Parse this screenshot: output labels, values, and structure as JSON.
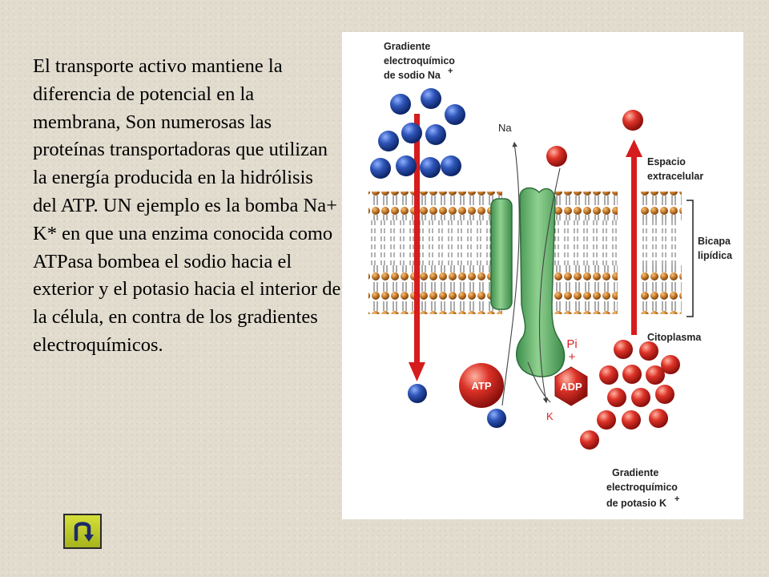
{
  "body_text": "El transporte activo mantiene la diferencia de potencial en la membrana, Son numerosas las proteínas transportadoras que utilizan la energía producida en la hidrólisis del ATP. UN ejemplo es la bomba Na+ K* en que una enzima conocida como ATPasa bombea el sodio hacia el exterior y el potasio hacia el interior de la célula, en contra de los gradientes electroquímicos.",
  "figure": {
    "sodium_gradient": {
      "line1": "Gradiente",
      "line2": "electroquímico",
      "line3": "de sodio Na",
      "sup": "+"
    },
    "extracellular": {
      "line1": "Espacio",
      "line2": "extracelular"
    },
    "bilayer": {
      "line1": "Bicapa",
      "line2": "lipídica"
    },
    "cytoplasm": "Citoplasma",
    "potassium_gradient": {
      "line1": "Gradiente",
      "line2": "electroquímico",
      "line3": "de potasio K",
      "sup": "+"
    },
    "na_ion": "Na",
    "k_ion": "K",
    "atp": "ATP",
    "adp": "ADP",
    "pi": "Pi",
    "plus": "+"
  },
  "colors": {
    "sodium": "#2a4fa0",
    "potassium": "#d42a2a",
    "protein": "#5fae6a",
    "arrow": "#d61c1c",
    "lipid_head": "#c67a2a"
  },
  "nav": {
    "icon": "u-turn-arrow-icon"
  }
}
